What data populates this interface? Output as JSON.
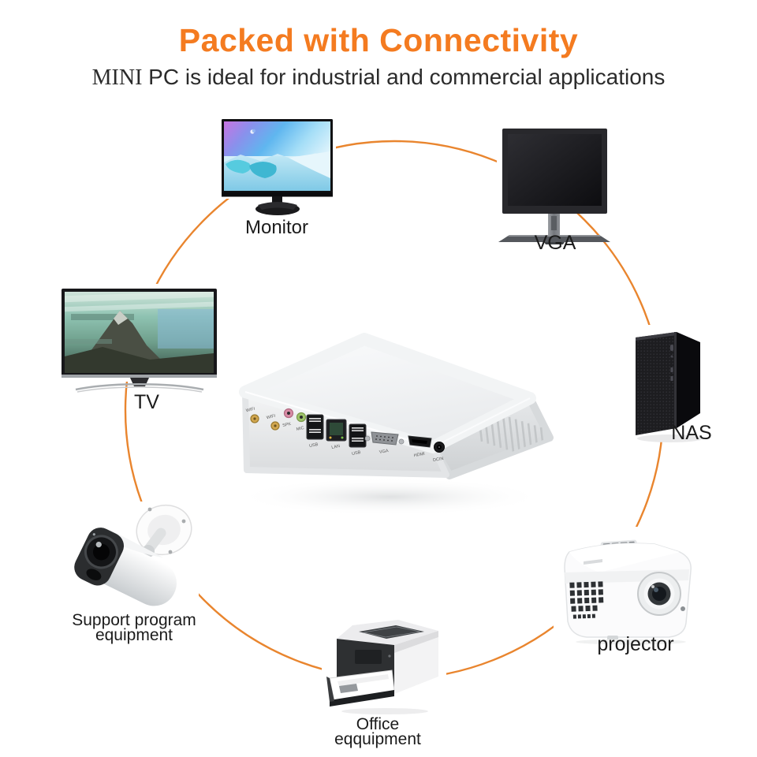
{
  "header": {
    "title": "Packed with Connectivity",
    "subtitle_mini": "MINI",
    "subtitle_rest": " PC is ideal for industrial and commercial applications"
  },
  "colors": {
    "accent_orange": "#F47B20",
    "circle_orange": "#E9852E",
    "label_text": "#1B1B1B"
  },
  "devices": {
    "monitor": {
      "label": "Monitor"
    },
    "vga": {
      "label": "VGA"
    },
    "tv": {
      "label": "TV"
    },
    "nas": {
      "label": "NAS"
    },
    "camera": {
      "label_line1": "Support program",
      "label_line2": "equipment"
    },
    "printer": {
      "label_line1": "Office",
      "label_line2": "eqquipment"
    },
    "projector": {
      "label": "projector"
    }
  },
  "mini_pc": {
    "ports": {
      "wifi1": "WIFI",
      "wifi2": "WIFI",
      "spk": "SPK",
      "mic": "MIC",
      "usb1": "USB",
      "lan": "LAN",
      "usb2": "USB",
      "vga": "VGA",
      "hdmi": "HDMI",
      "dcin": "DCIN"
    }
  }
}
